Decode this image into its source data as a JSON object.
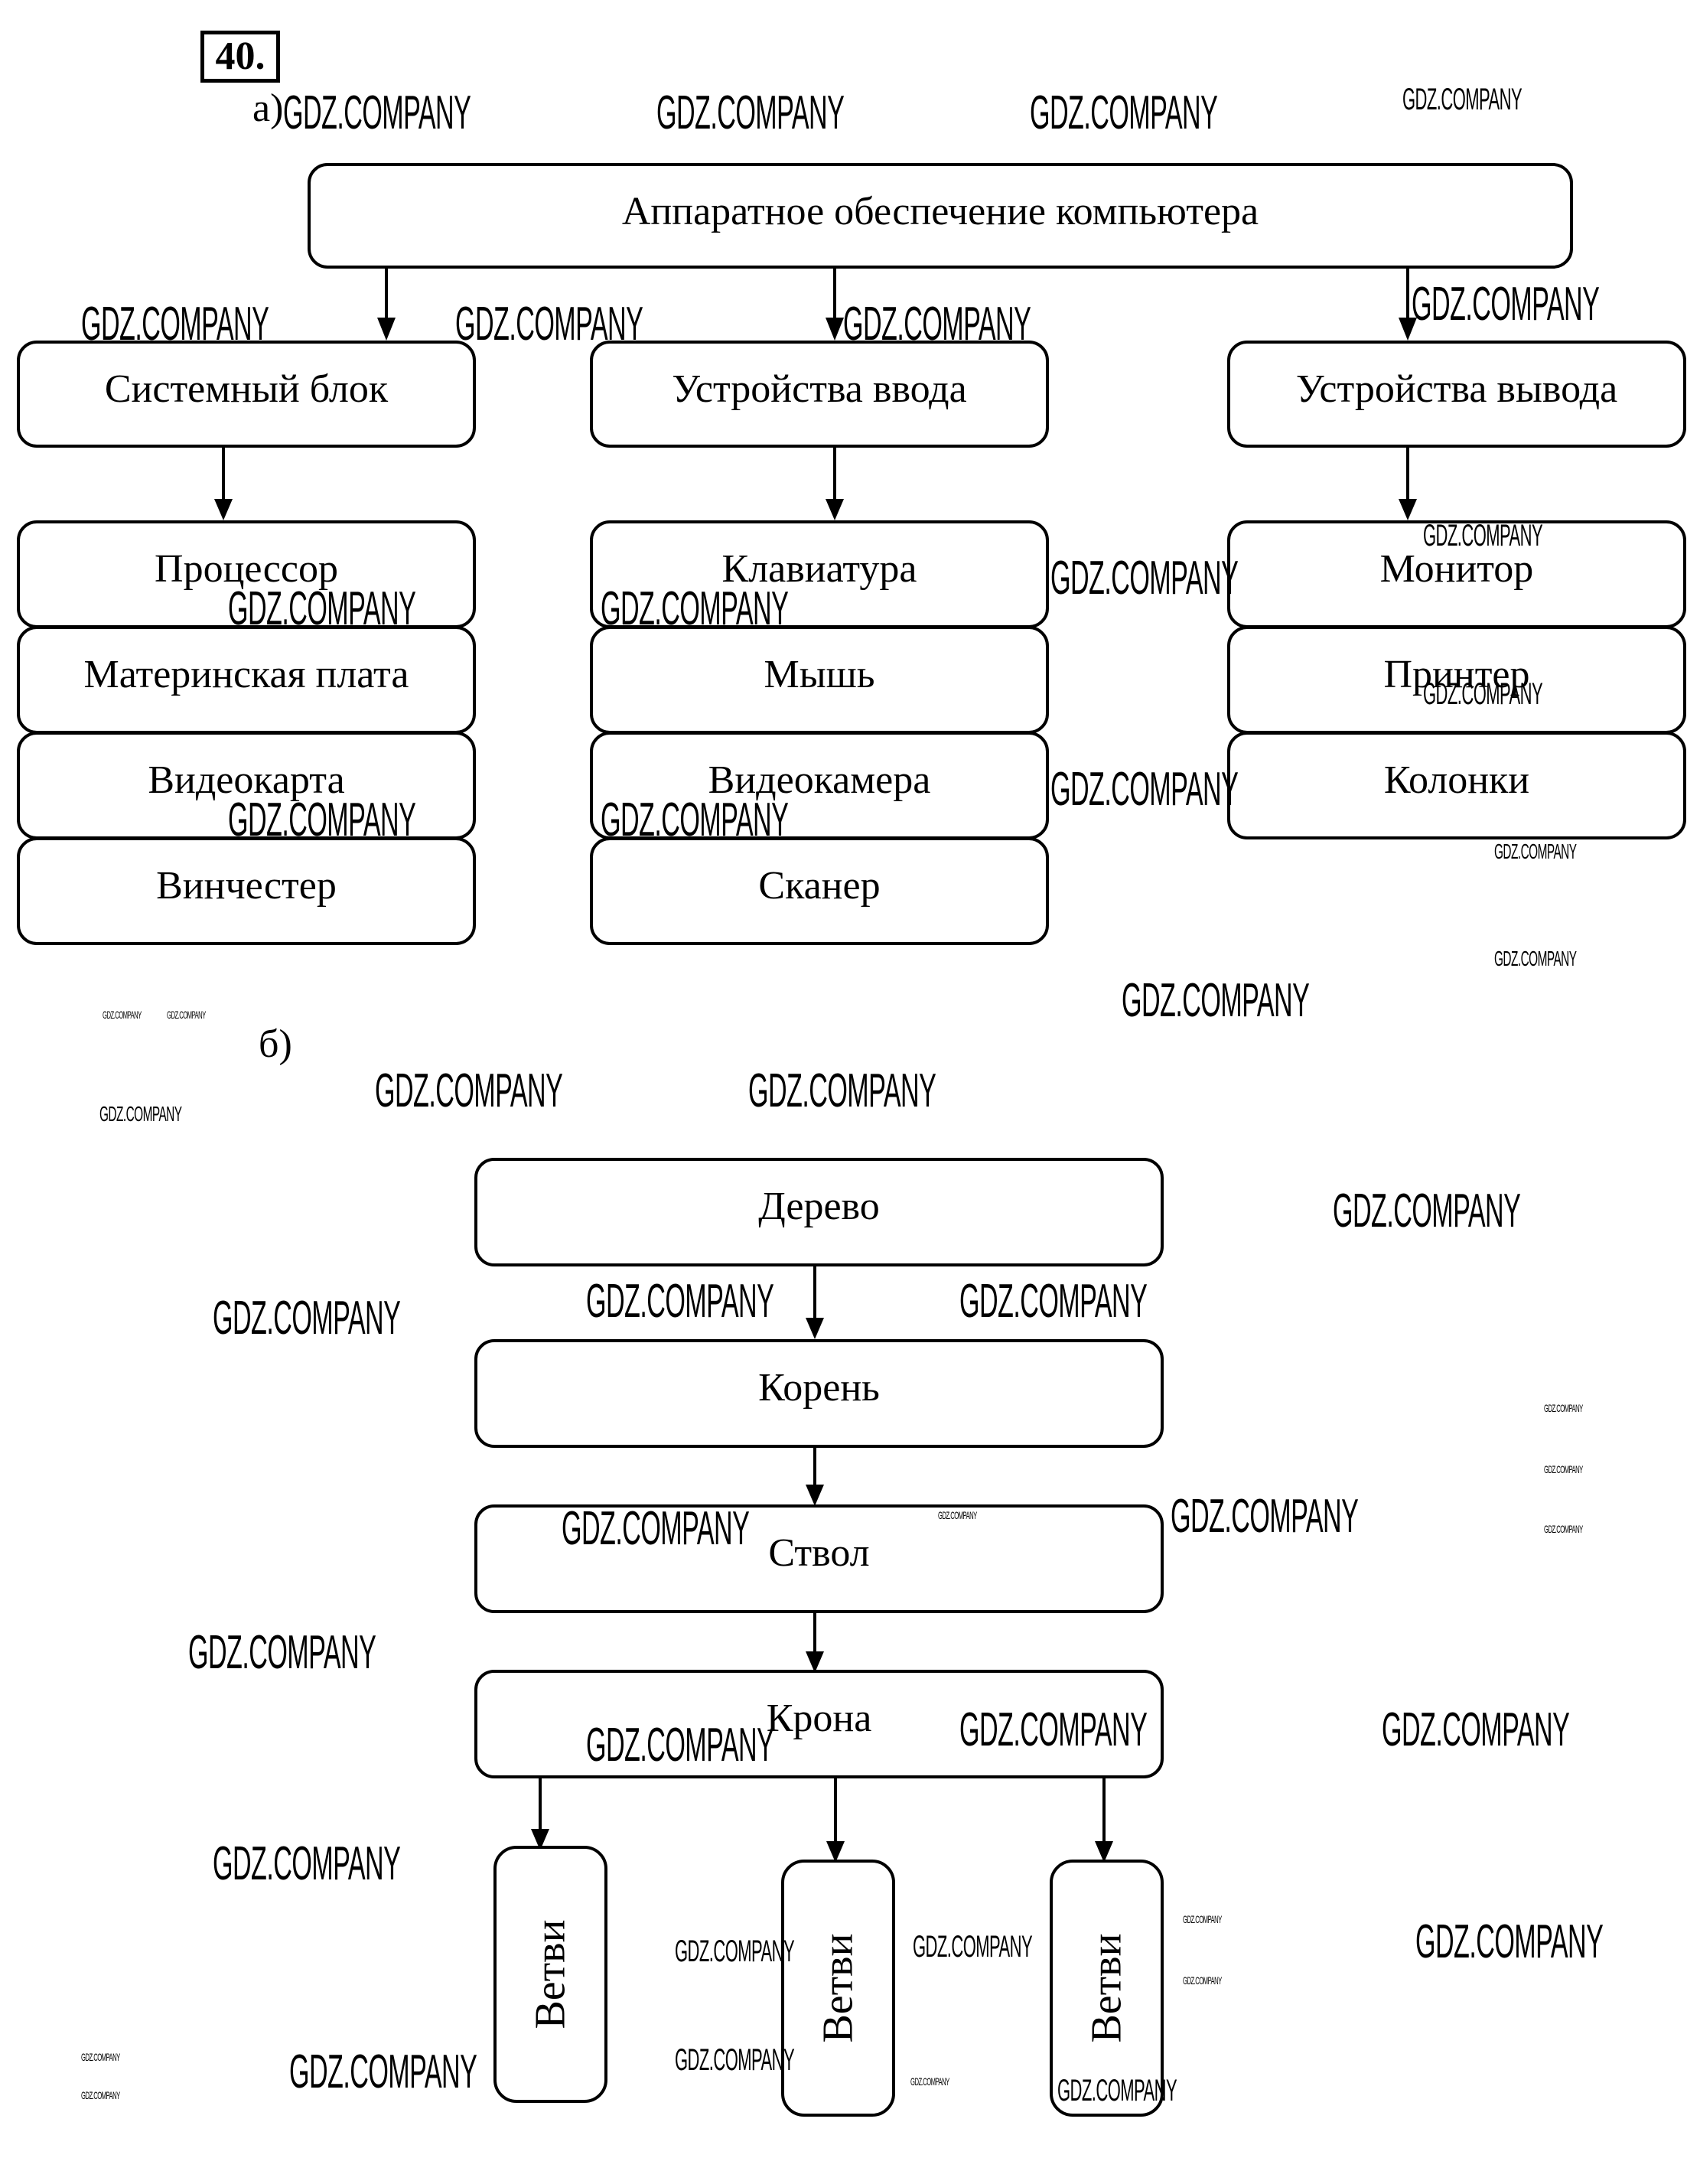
{
  "exercise_number": "40.",
  "part_a": {
    "label": "а)",
    "root": "Аппаратное обеспечение компьютера",
    "branches": [
      {
        "title": "Системный блок",
        "items": [
          "Процессор",
          "Материнская плата",
          "Видеокарта",
          "Винчестер"
        ]
      },
      {
        "title": "Устройства ввода",
        "items": [
          "Клавиатура",
          "Мышь",
          "Видеокамера",
          "Сканер"
        ]
      },
      {
        "title": "Устройства вывода",
        "items": [
          "Монитор",
          "Принтер",
          "Колонки"
        ]
      }
    ]
  },
  "part_b": {
    "label": "б)",
    "chain": [
      "Дерево",
      "Корень",
      "Ствол",
      "Крона"
    ],
    "leaves": [
      "Ветви",
      "Ветви",
      "Ветви"
    ]
  },
  "watermark": "GDZ.COMPANY"
}
